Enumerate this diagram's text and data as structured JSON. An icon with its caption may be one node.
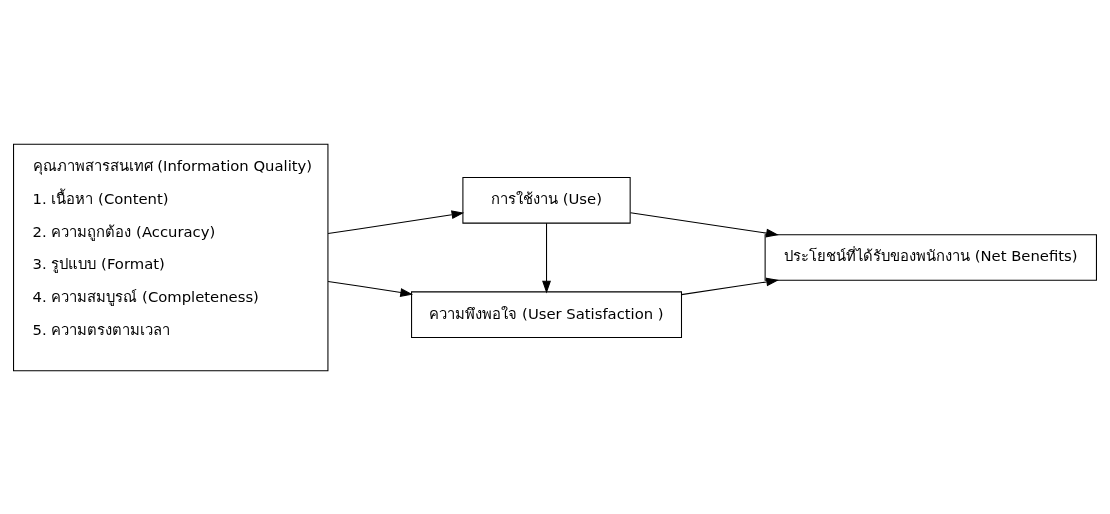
{
  "diagram": {
    "nodes": [
      {
        "text": [
          "คุณภาพสารสนเทศ (Information Quality)",
          "1. เนื้อหา (Content)",
          "2. ความถูกต้อง (Accuracy)",
          "3. รูปแบบ (Format)",
          "4. ความสมบูรณ์ (Completeness)",
          "5. ความตรงตามเวลา"
        ]
      },
      {
        "text": [
          "การใช้งาน (Use)"
        ]
      },
      {
        "text": [
          "ความพึงพอใจ (User Satisfaction )"
        ]
      },
      {
        "text": [
          "ประโยชน์ที่ได้รับของพนักงาน (Net Benefits)"
        ]
      }
    ],
    "edges": [
      {
        "from": 0,
        "to": 1,
        "arrow": "to"
      },
      {
        "from": 0,
        "to": 2,
        "arrow": "to"
      },
      {
        "from": 1,
        "to": 2,
        "arrow": "to"
      },
      {
        "from": 1,
        "to": 3,
        "arrow": "to"
      },
      {
        "from": 2,
        "to": 3,
        "arrow": "to"
      }
    ]
  }
}
